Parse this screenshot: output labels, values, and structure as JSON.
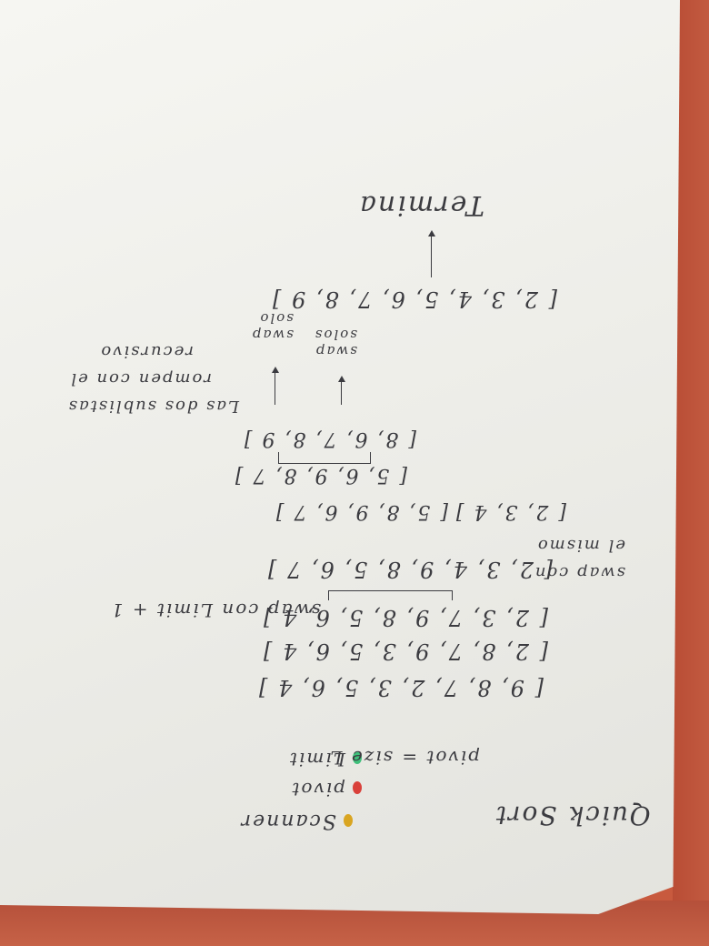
{
  "colors": {
    "scanner": "#d9a521",
    "pivot": "#d9403a",
    "limit": "#3fbf7a",
    "ink": "#3b3b40"
  },
  "title": "Quick Sort",
  "legend": {
    "scanner": "Scanner",
    "pivot": "pivot",
    "limit": "Limit",
    "pivot_note": "pivot = size L"
  },
  "rows": {
    "r1": "[ 9, 8, 7, 2, 3, 5, 6, 4 ]",
    "r2": "[ 2, 8, 7, 9, 3, 5, 6, 4 ]",
    "r3": "[ 2, 3, 7, 9, 8, 5, 6, 4 ]",
    "r4": "[ 2, 3, 4, 9, 8, 5, 6, 7 ]",
    "r5_left": "[ 2, 3, 4 ]",
    "r5_right": "[ 5, 8, 9, 6, 7 ]",
    "r6": "[ 5, 6, 9, 8, 7 ]",
    "r7": "[ 8, 6, 7, 8, 9 ]",
    "final": "[ 2, 3, 4, 5, 6, 7, 8, 9 ]"
  },
  "notes": {
    "swap_limit": "swap con Limit + 1",
    "swap_same_1": "swap con",
    "swap_same_2": "el mismo",
    "sublists_1": "Las dos sublistas",
    "sublists_2": "rompen con el",
    "sublists_3": "recursivo",
    "swap_solo_1a": "swap",
    "swap_solo_1b": "solos",
    "swap_solo_2a": "swap",
    "swap_solo_2b": "solo",
    "end": "Termina"
  }
}
